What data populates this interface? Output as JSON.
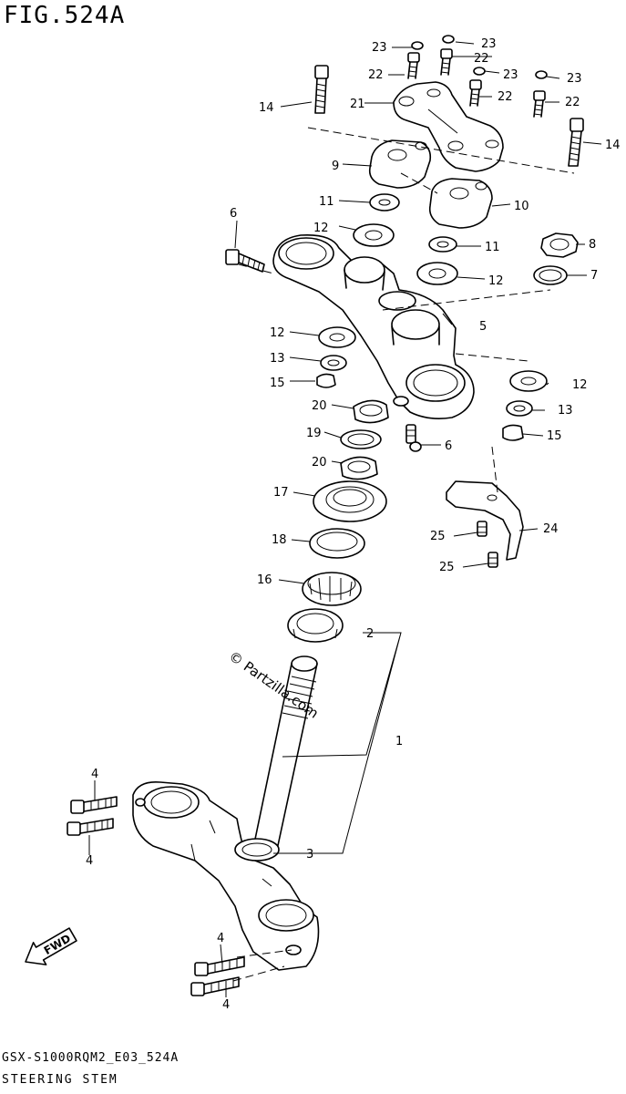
{
  "figure": {
    "title": "FIG.524A",
    "model_code": "GSX-S1000RQM2_E03_524A",
    "caption": "STEERING STEM"
  },
  "watermark": "© Partzilla.com",
  "direction_label": "FWD",
  "callouts": {
    "c1": "1",
    "c2": "2",
    "c3": "3",
    "c4a": "4",
    "c4b": "4",
    "c4c": "4",
    "c4d": "4",
    "c5": "5",
    "c6a": "6",
    "c6b": "6",
    "c7": "7",
    "c8": "8",
    "c9": "9",
    "c10": "10",
    "c11a": "11",
    "c11b": "11",
    "c12a": "12",
    "c12b": "12",
    "c12c": "12",
    "c12d": "12",
    "c13a": "13",
    "c13b": "13",
    "c14a": "14",
    "c14b": "14",
    "c15a": "15",
    "c15b": "15",
    "c16": "16",
    "c17": "17",
    "c18": "18",
    "c19": "19",
    "c20a": "20",
    "c20b": "20",
    "c21": "21",
    "c22a": "22",
    "c22b": "22",
    "c22c": "22",
    "c22d": "22",
    "c23a": "23",
    "c23b": "23",
    "c23c": "23",
    "c23d": "23",
    "c24": "24",
    "c25a": "25",
    "c25b": "25"
  }
}
